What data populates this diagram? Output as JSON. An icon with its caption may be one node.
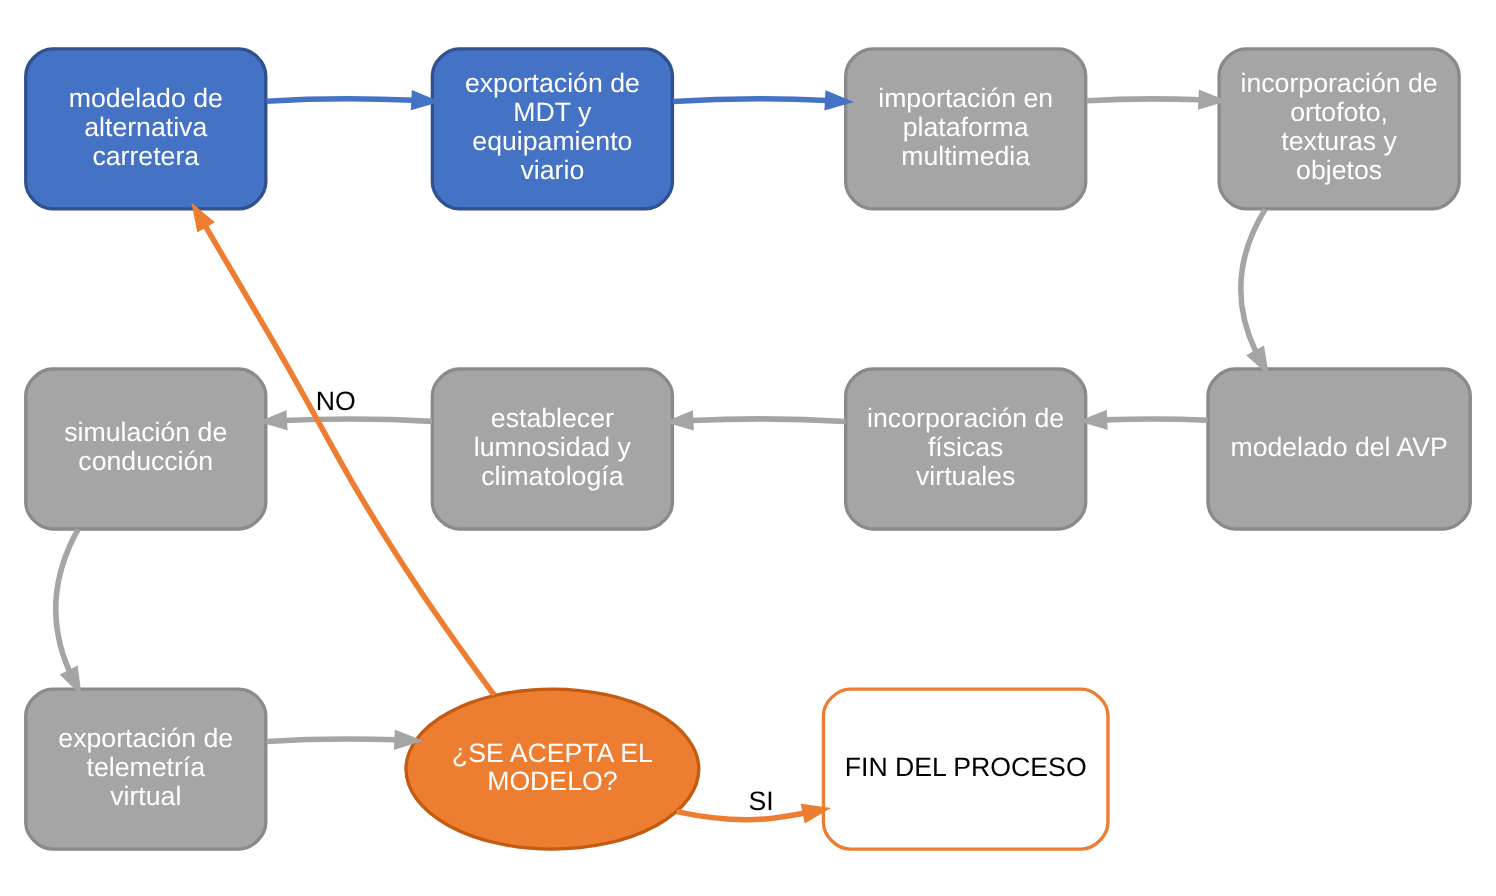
{
  "diagram": {
    "nodes": [
      {
        "text": [
          "modelado de alternativa carretera"
        ]
      },
      {
        "text": [
          "exportación de MDT y equipamiento viario"
        ]
      },
      {
        "text": [
          "importación en plataforma multimedia"
        ]
      },
      {
        "text": [
          "incorporación de ortofoto, texturas y objetos"
        ]
      },
      {
        "text": [
          "modelado del AVP"
        ]
      },
      {
        "text": [
          "incorporación de físicas virtuales"
        ]
      },
      {
        "text": [
          "establecer lumnosidad y climatología"
        ]
      },
      {
        "text": [
          "simulación de conducción"
        ]
      },
      {
        "text": [
          "exportación de telemetría virtual"
        ]
      },
      {
        "text": [
          "¿SE ACEPTA EL MODELO?"
        ]
      },
      {
        "text": [
          "FIN DEL PROCESO"
        ]
      }
    ],
    "edges": [
      {
        "from": 0,
        "to": 1,
        "arrow": "to",
        "color": "#4472c4"
      },
      {
        "from": 1,
        "to": 2,
        "arrow": "to",
        "color": "#4472c4"
      },
      {
        "from": 2,
        "to": 3,
        "arrow": "to"
      },
      {
        "from": 3,
        "to": 4,
        "arrow": "to"
      },
      {
        "from": 4,
        "to": 5,
        "arrow": "to"
      },
      {
        "from": 5,
        "to": 6,
        "arrow": "to"
      },
      {
        "from": 6,
        "to": 7,
        "arrow": "to"
      },
      {
        "from": 7,
        "to": 8,
        "arrow": "to"
      },
      {
        "from": 8,
        "to": 9,
        "arrow": "to"
      },
      {
        "from": 9,
        "to": 10,
        "arrow": "to",
        "label": "SI",
        "color": "#ed7d31"
      },
      {
        "from": 9,
        "to": 0,
        "arrow": "to",
        "label": "NO",
        "color": "#ed7d31"
      }
    ]
  }
}
